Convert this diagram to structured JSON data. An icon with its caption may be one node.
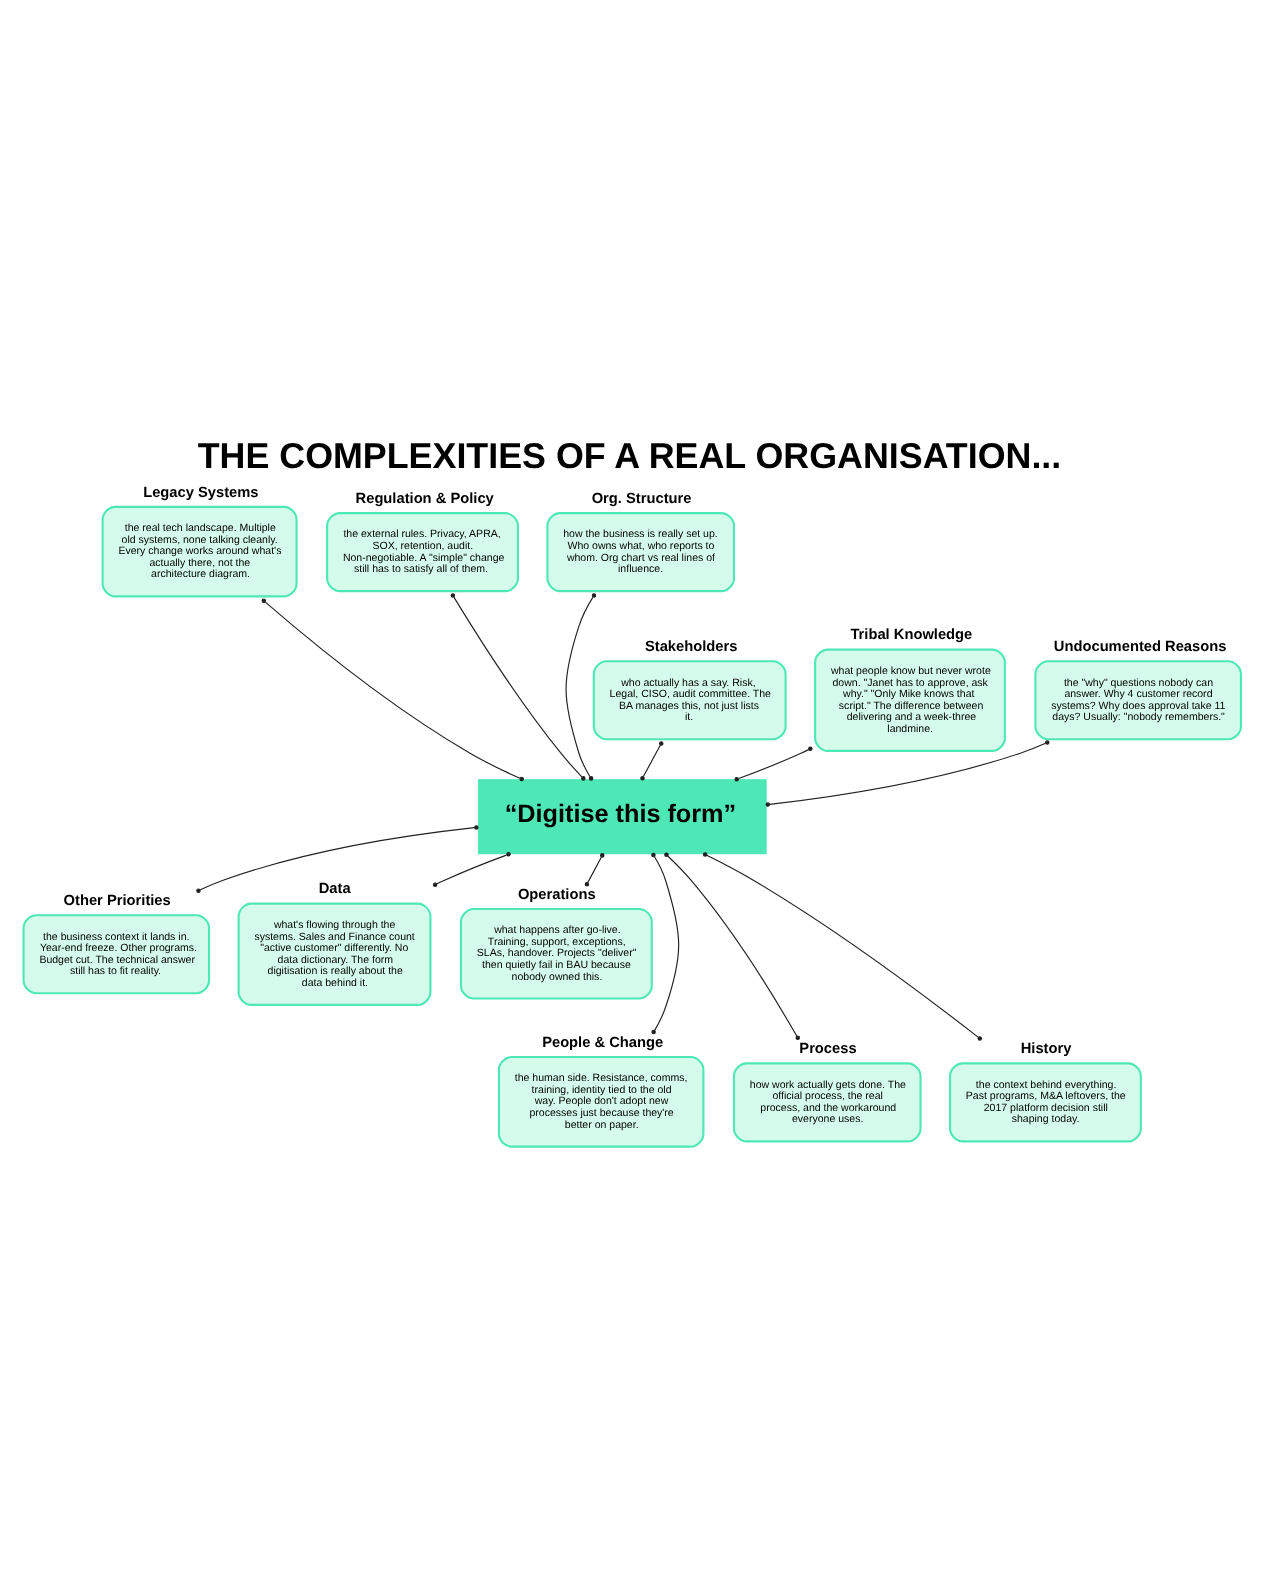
{
  "diagram": {
    "title": "THE COMPLEXITIES OF A REAL ORGANISATION...",
    "nodes": [
      {
        "text": [
          "Legacy Systems",
          "the real tech landscape. Multiple old systems, none talking cleanly. Every change works around what's actually there, not the architecture diagram."
        ]
      },
      {
        "text": [
          "Regulation & Policy",
          "the external rules. Privacy, APRA, SOX, retention, audit. Non-negotiable. A \"simple\" change still has to satisfy all of them."
        ]
      },
      {
        "text": [
          "Org. Structure",
          "how the business is really set up. Who owns what, who reports to whom. Org chart vs real lines of influence."
        ]
      },
      {
        "text": [
          "Stakeholders",
          "who actually has a say. Risk, Legal, CISO, audit committee. The BA manages this, not just lists it."
        ]
      },
      {
        "text": [
          "Tribal Knowledge",
          "what people know but never wrote down. \"Janet has to approve, ask why.\" \"Only Mike knows that script.\" The difference between delivering and a week-three landmine."
        ]
      },
      {
        "text": [
          "Undocumented Reasons",
          "the \"why\" questions nobody can answer. Why 4 customer record systems? Why does approval take 11 days? Usually: \"nobody remembers.\""
        ]
      },
      {
        "text": [
          "“Digitise this form”"
        ]
      },
      {
        "text": [
          "Other Priorities",
          "the business context it lands in. Year-end freeze. Other programs. Budget cut. The technical answer still has to fit reality."
        ]
      },
      {
        "text": [
          "Data",
          "what's flowing through the systems. Sales and Finance count \"active customer\" differently. No data dictionary. The form digitisation is really about the data behind it."
        ]
      },
      {
        "text": [
          "Operations",
          "what happens after go-live. Training, support, exceptions, SLAs, handover. Projects \"deliver\" then quietly fail in BAU because nobody owned this."
        ]
      },
      {
        "text": [
          "People & Change",
          "the human side. Resistance, comms, training, identity tied to the old way. People don't adopt new processes just because they're better on paper."
        ]
      },
      {
        "text": [
          "Process",
          "how work actually gets done. The official process, the real process, and the workaround everyone uses."
        ]
      },
      {
        "text": [
          "History",
          "the context behind everything. Past programs, M&A leftovers, the 2017 platform decision still shaping today."
        ]
      }
    ],
    "edges": [
      {
        "from": 0,
        "to": 6,
        "arrow": "other"
      },
      {
        "from": 1,
        "to": 6,
        "arrow": "other"
      },
      {
        "from": 2,
        "to": 6,
        "arrow": "other"
      },
      {
        "from": 3,
        "to": 6,
        "arrow": "other"
      },
      {
        "from": 4,
        "to": 6,
        "arrow": "other"
      },
      {
        "from": 5,
        "to": 6,
        "arrow": "other"
      },
      {
        "from": 6,
        "to": 7,
        "arrow": "other"
      },
      {
        "from": 6,
        "to": 8,
        "arrow": "other"
      },
      {
        "from": 6,
        "to": 9,
        "arrow": "other"
      },
      {
        "from": 6,
        "to": 10,
        "arrow": "other"
      },
      {
        "from": 6,
        "to": 11,
        "arrow": "other"
      },
      {
        "from": 6,
        "to": 12,
        "arrow": "other"
      }
    ]
  }
}
